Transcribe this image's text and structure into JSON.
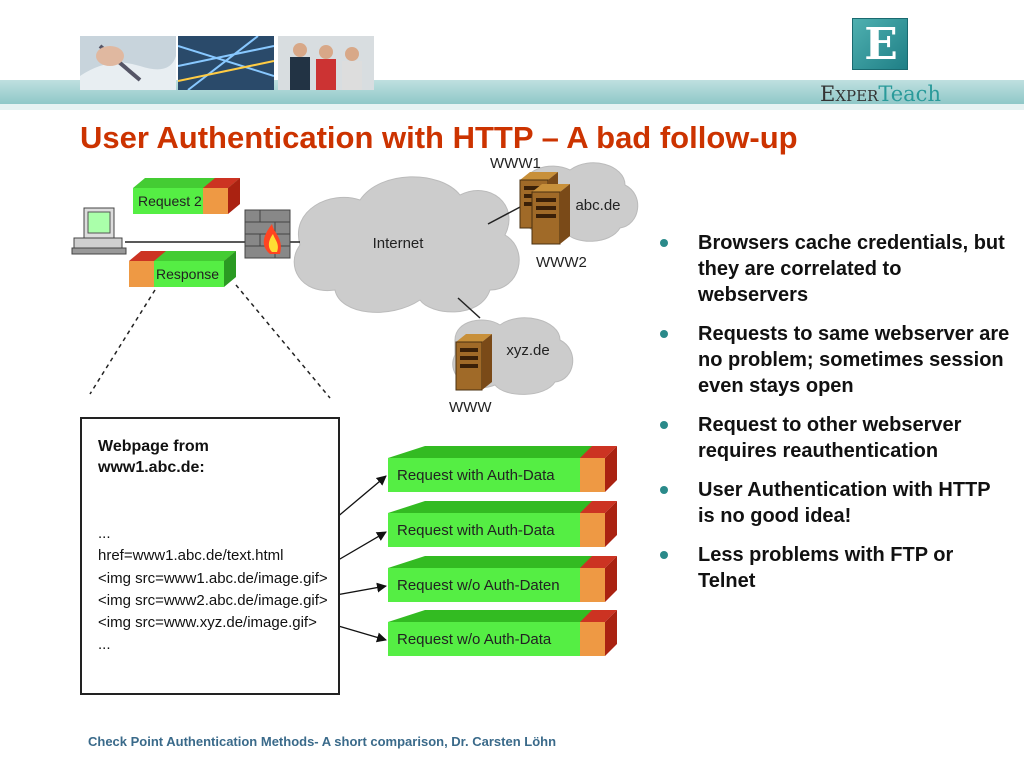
{
  "slide": {
    "title": "User Authentication with HTTP – A bad follow-up",
    "footer": "Check Point Authentication Methods- A short comparison,   Dr. Carsten Löhn"
  },
  "logo": {
    "letter": "E",
    "word_part1": "Exper",
    "word_part2": "Teach"
  },
  "diagram": {
    "request2_label": "Request 2",
    "response_label": "Response",
    "internet_label": "Internet",
    "www1_label": "WWW1",
    "abc_label": "abc.de",
    "www2_label": "WWW2",
    "xyz_label": "xyz.de",
    "www_label": "WWW",
    "webpage_title": "Webpage from\nwww1.abc.de:",
    "webpage_lines": [
      "...",
      "href=www1.abc.de/text.html",
      "<img src=www1.abc.de/image.gif>",
      "<img src=www2.abc.de/image.gif>",
      "<img src=www.xyz.de/image.gif>",
      "..."
    ],
    "requests": [
      "Request with Auth-Data",
      "Request with Auth-Data",
      "Request w/o Auth-Daten",
      "Request w/o Auth-Data"
    ]
  },
  "bullets": [
    "Browsers cache credentials, but they are correlated to webservers",
    "Requests to same webserver are no problem; sometimes session even stays open",
    "Request to other webserver requires reauthentication",
    "User Authentication with HTTP is no good idea!",
    "Less problems with FTP or Telnet"
  ],
  "colors": {
    "title": "#cc3300",
    "packet_green": "#55ee44",
    "packet_orange": "#ee9944",
    "packet_red": "#cc3322",
    "bullet_dot": "#2a8a8a"
  }
}
